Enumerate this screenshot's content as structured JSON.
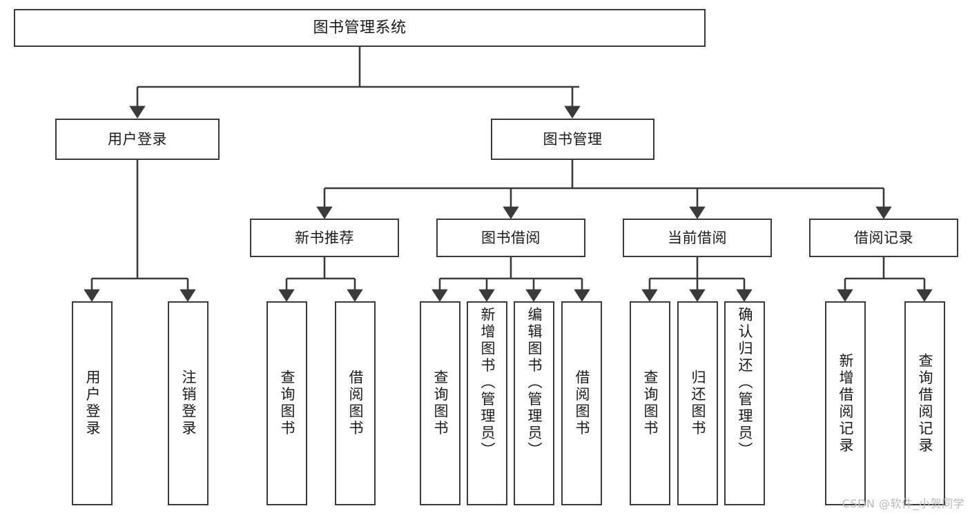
{
  "diagram": {
    "title": "图书管理系统",
    "watermark": "CSDN @软件_小贺同学",
    "line_color": "#3a3a3a",
    "box_fill": "#ffffff",
    "text_color": "#1a1a1a",
    "root": {
      "label": "图书管理系统"
    },
    "level1": [
      {
        "label": "用户登录"
      },
      {
        "label": "图书管理"
      }
    ],
    "level2": [
      {
        "label": "新书推荐"
      },
      {
        "label": "图书借阅"
      },
      {
        "label": "当前借阅"
      },
      {
        "label": "借阅记录"
      }
    ],
    "leaves": {
      "user_login": [
        {
          "label": "用户登录"
        },
        {
          "label": "注销登录"
        }
      ],
      "new_book": [
        {
          "label": "查询图书"
        },
        {
          "label": "借阅图书"
        }
      ],
      "book_borrow": [
        {
          "label": "查询图书"
        },
        {
          "label": "新增图书（管理员）"
        },
        {
          "label": "编辑图书（管理员）"
        },
        {
          "label": "借阅图书"
        }
      ],
      "current_borrow": [
        {
          "label": "查询图书"
        },
        {
          "label": "归还图书"
        },
        {
          "label": "确认归还（管理员）"
        }
      ],
      "borrow_record": [
        {
          "label": "新增借阅记录"
        },
        {
          "label": "查询借阅记录"
        }
      ]
    }
  }
}
